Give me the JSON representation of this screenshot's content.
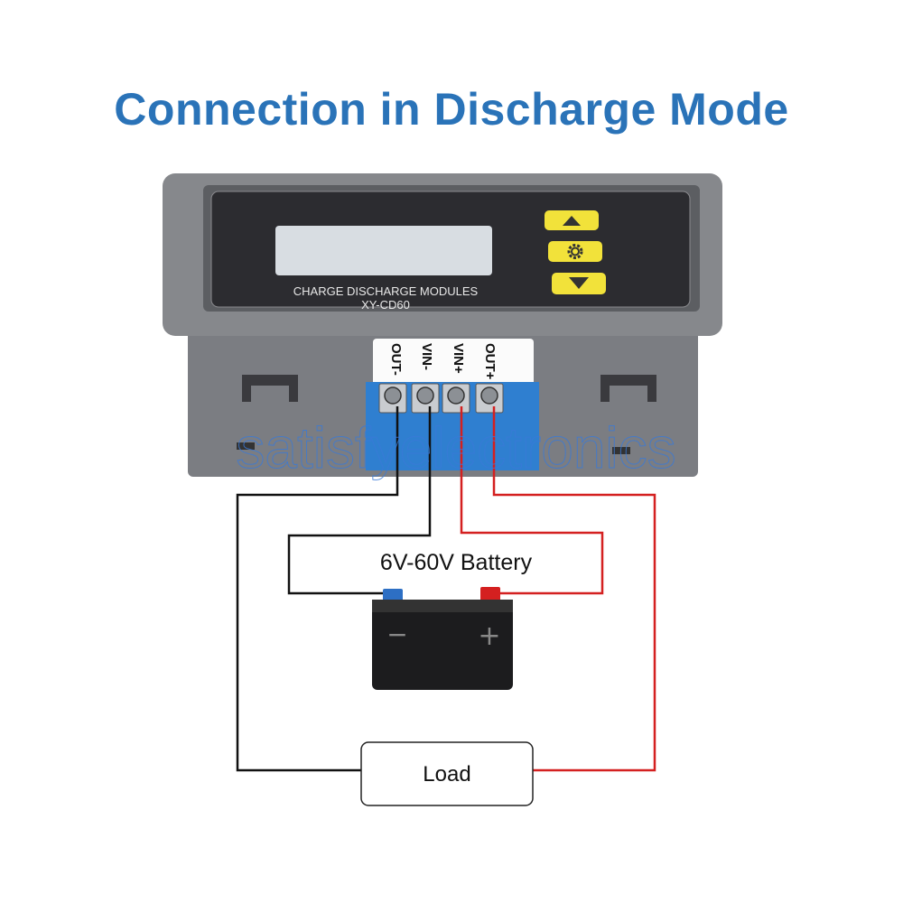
{
  "title": "Connection in Discharge Mode",
  "module": {
    "name_line1": "CHARGE DISCHARGE MODULES",
    "name_line2": "XY-CD60",
    "buttons": [
      {
        "icon": "triangle-up-icon"
      },
      {
        "icon": "gear-icon"
      },
      {
        "icon": "triangle-down-icon"
      }
    ],
    "terminals": [
      "OUT-",
      "VIN-",
      "VIN+",
      "OUT+"
    ]
  },
  "battery": {
    "label": "6V-60V Battery",
    "minus": "−",
    "plus": "+"
  },
  "load": {
    "label": "Load"
  },
  "watermark": "satisfyelectronics",
  "colors": {
    "title": "#2a73b8",
    "positive_wire": "#d42020",
    "negative_wire": "#111111",
    "terminal_block": "#2f7fd0",
    "buttons": "#f2e23a",
    "housing": "#7d7f83"
  }
}
